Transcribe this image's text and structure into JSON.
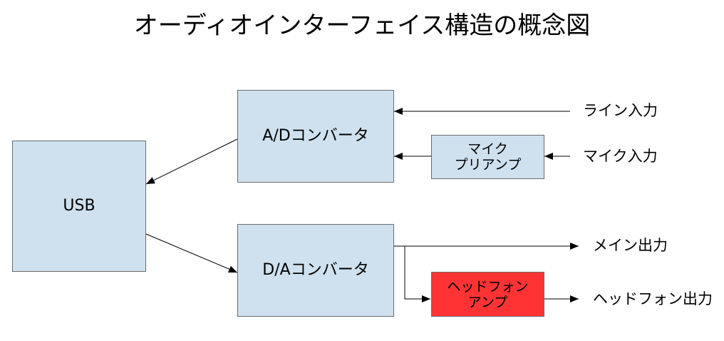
{
  "title": "オーディオインターフェイス構造の概念図",
  "boxes": {
    "usb": "USB",
    "ad": "A/Dコンバータ",
    "da": "D/Aコンバータ",
    "mic_pre": [
      "マイク",
      "プリアンプ"
    ],
    "hp_amp": [
      "ヘッドフォン",
      "アンプ"
    ]
  },
  "labels": {
    "line_in": "ライン入力",
    "mic_in": "マイク入力",
    "main_out": "メイン出力",
    "hp_out": "ヘッドフォン出力"
  },
  "colors": {
    "box_fill": "#cfe1ef",
    "box_border": "#6b6b6b",
    "hp_amp_fill": "#ff3333"
  }
}
